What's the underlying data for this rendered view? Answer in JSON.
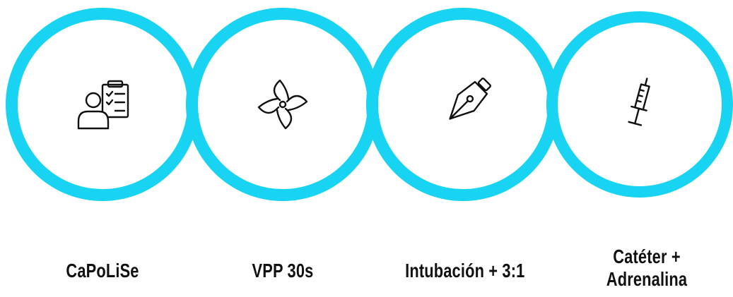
{
  "diagram": {
    "accent_color": "#19D3F2",
    "circle_fill": "#ffffff",
    "icon_color": "#111111",
    "steps": [
      {
        "icon": "patient-clipboard-icon",
        "label": "CaPoLiSe"
      },
      {
        "icon": "fan-icon",
        "label": "VPP 30s"
      },
      {
        "icon": "pen-nib-icon",
        "label": "Intubación + 3:1"
      },
      {
        "icon": "syringe-icon",
        "label_line1": "Catéter +",
        "label_line2": "Adrenalina"
      }
    ]
  }
}
